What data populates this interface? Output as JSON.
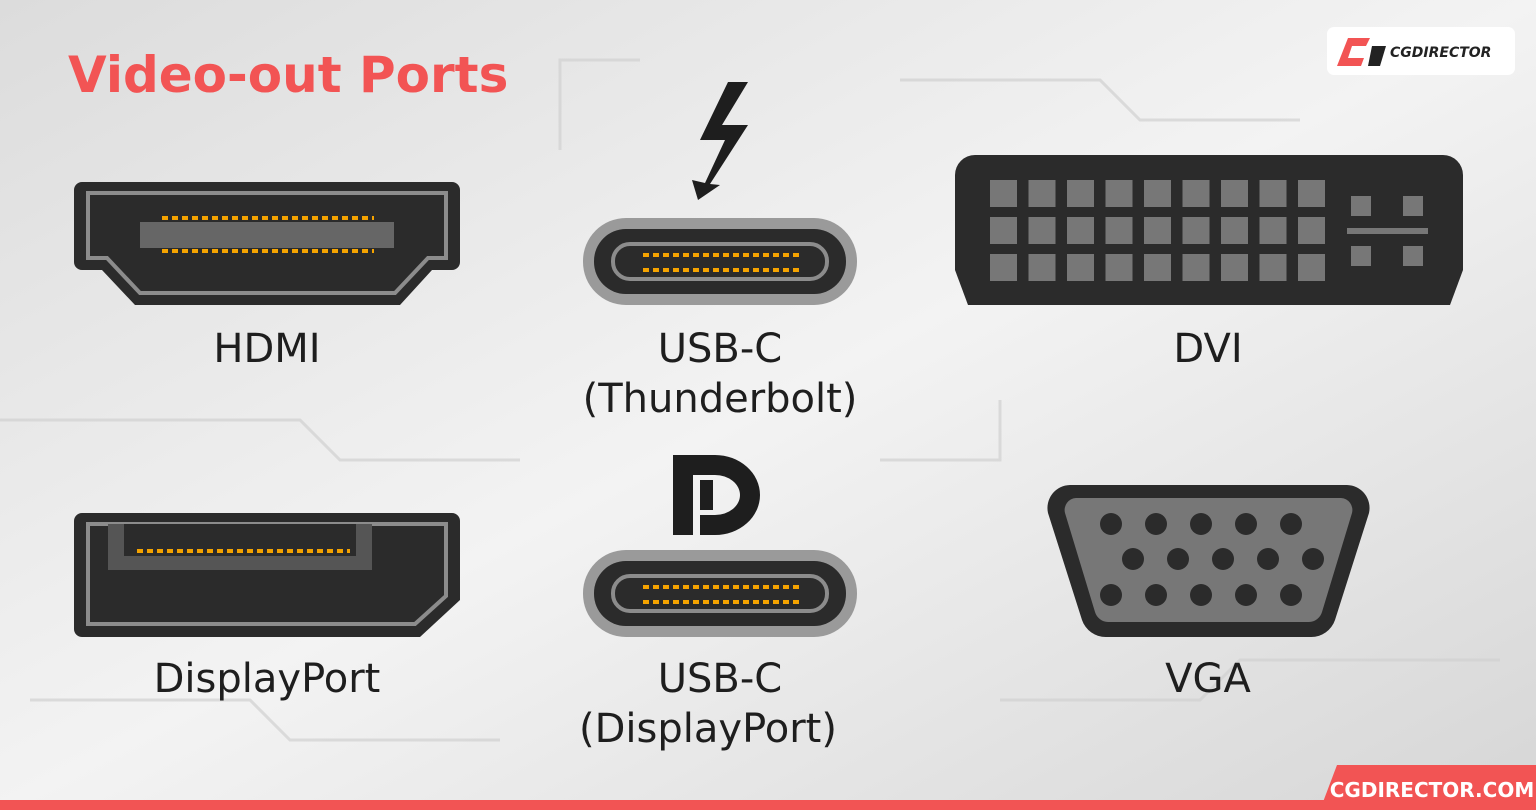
{
  "title": "Video-out Ports",
  "brand": {
    "logo_text": "CGDIRECTOR",
    "site": "CGDIRECTOR.COM",
    "accent": "#f25454"
  },
  "ports": {
    "hdmi": {
      "label": "HDMI"
    },
    "usbc_tb": {
      "label_1": "USB-C",
      "label_2": "(Thunderbolt)",
      "icon": "thunderbolt-icon"
    },
    "dvi": {
      "label": "DVI"
    },
    "displayport": {
      "label": "DisplayPort"
    },
    "usbc_dp": {
      "label_1": "USB-C",
      "label_2": "(DisplayPort)",
      "icon": "displayport-icon"
    },
    "vga": {
      "label": "VGA"
    }
  },
  "colors": {
    "connector": "#2b2b2b",
    "outline": "#8c8c8c",
    "pins": "#f5a300"
  }
}
